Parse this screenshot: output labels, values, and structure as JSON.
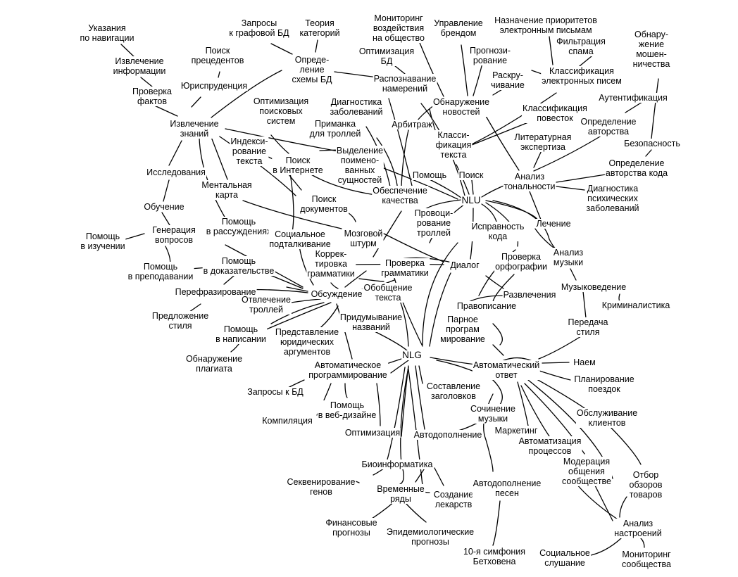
{
  "diagram": {
    "nodes": {
      "ukazaniya": "Указания\nпо навигации",
      "zaprosy_graf": "Запросы\nк графовой БД",
      "teoriya_kat": "Теория\nкатегорий",
      "monitoring_vozd": "Мониторинг\nвоздействия\nна общество",
      "upravlenie_brendom": "Управление\nбрендом",
      "naznachenie_prior": "Назначение приоритетов\nэлектронным письмам",
      "obnaruzhenie_mosh": "Обнару-\nжение\nмошен-\nничества",
      "izvlechenie_inf": "Извлечение\nинформации",
      "poisk_precedentov": "Поиск\nпрецедентов",
      "opredelenie_shemy": "Опреде-\nление\nсхемы БД",
      "optimizaciya_bd": "Оптимизация\nБД",
      "prognozirovanie": "Прогнози-\nрование",
      "filtraciya_spama": "Фильтрация\nспама",
      "yurisprudenciya": "Юриспруденция",
      "proverka_faktov": "Проверка\nфактов",
      "raspoznavanie_nam": "Распознавание\nнамерений",
      "raskruchivanie": "Раскру-\nчивание",
      "klass_el_pisem": "Классификация\nэлектронных писем",
      "optimizaciya_poisk": "Оптимизация\nпоисковых\nсистем",
      "diagnostika_zabol": "Диагностика\nзаболеваний",
      "obnaruzhenie_novostey": "Обнаружение\nновостей",
      "autentifikaciya": "Аутентификация",
      "izvlechenie_znaniy": "Извлечение\nзнаний",
      "primanka": "Приманка\nдля троллей",
      "arbitrazh": "Арбитраж",
      "klass_povestok": "Классификация\nповесток",
      "opredelenie_avtorstva": "Определение\nавторства",
      "indeksirovanie": "Индекси-\nрование\nтекста",
      "poisk_internet": "Поиск\nв Интернете",
      "vydelenie_suschn": "Выделение\nпоимено-\nванных\nсущностей",
      "klass_teksta": "Класси-\nфикация\nтекста",
      "literaturnaya_eksp": "Литературная\nэкспертиза",
      "bezopasnost": "Безопасность",
      "opredelenie_avt_koda": "Определение\nавторства кода",
      "issledovaniya": "Исследования",
      "pomosch": "Помощь",
      "poisk": "Поиск",
      "analiz_tonalnosti": "Анализ\nтональности",
      "mentalnaya_karta": "Ментальная\nкарта",
      "obespechenie_kach": "Обеспечение\nкачества",
      "nlu": "NLU",
      "diagnostika_psih": "Диагностика\nпсихических\nзаболеваний",
      "obuchenie": "Обучение",
      "poisk_dokumentov": "Поиск\nдокументов",
      "provocirovanie": "Провоци-\nрование\nтроллей",
      "ispravnost_koda": "Исправность\nкода",
      "lechenie": "Лечение",
      "pomosch_izuchenii": "Помощь\nв изучении",
      "generaciya_voprosov": "Генерация\nвопросов",
      "pomosch_rassuzhdeniyah": "Помощь\nв рассуждениях",
      "socialnoe": "Социальное\nподталкивание",
      "mozgovoy_shturm": "Мозговой\nштурм",
      "analiz_muzyki": "Анализ\nмузыки",
      "korrektirovka": "Коррек-\nтировка\nграмматики",
      "proverka_grammatiki": "Проверка\nграмматики",
      "dialog": "Диалог",
      "proverka_orfografii": "Проверка\nорфографии",
      "pomosch_prepodavanii": "Помощь\nв преподавании",
      "pomosch_dokazatelstve": "Помощь\nв доказательстве",
      "perefrazirovanie": "Перефразирование",
      "muzykovedenie": "Музыковедение",
      "obobschenie": "Обобщение\nтекста",
      "razvlecheniya": "Развлечения",
      "obsuzhdenie": "Обсуждение",
      "otvlechenie": "Отвлечение\nтроллей",
      "kriminalistika": "Криминалистика",
      "predlozhenie_stilya": "Предложение\nстиля",
      "pravopisanie": "Правописание",
      "pridumyvanie": "Придумывание\nназваний",
      "parnoe": "Парное\nпрограм\nмирование",
      "peredacha_stilya": "Передача\nстиля",
      "pomosch_napisanii": "Помощь\nв написании",
      "predstavlenie": "Представление\nюридических\nаргументов",
      "nlg": "NLG",
      "obnaruzhenie_plagiata": "Обнаружение\nплагиата",
      "avtomaticheskoe_prog": "Автоматическое\nпрограммирование",
      "avtomaticheskiy_otvet": "Автоматический\nответ",
      "naem": "Наем",
      "planirovanie_poezdok": "Планирование\nпоездок",
      "zaprosy_bd": "Запросы к БД",
      "sostavlenie_zagolovkov": "Составление\nзаголовков",
      "pomosch_vebdizayne": "Помощь\nв веб-дизайне",
      "kompilyaciya": "Компиляция",
      "sochinenie_muzyki": "Сочинение\nмузыки",
      "obsluzhivanie": "Обслуживание\nклиентов",
      "optimizaciya": "Оптимизация",
      "avtodopolnenie": "Автодополнение",
      "marketing": "Маркетинг",
      "avtomatizaciya": "Автоматизация\nпроцессов",
      "moderaciya": "Модерация\nобщения\nсообществе",
      "bioinformatika": "Биоинформатика",
      "otbor_obzorov": "Отбор\nобзоров\nтоваров",
      "sekvenirovanie": "Секвенирование\nгенов",
      "vremennye_ryady": "Временные\nряды",
      "sozdanie_lekarstv": "Создание\nлекарств",
      "avtodopolnenie_pesen": "Автодополнение\nпесен",
      "finansovye": "Финансовые\nпрогнозы",
      "epidemiologicheskie": "Эпидемиологические\nпрогнозы",
      "analiz_nastroeniy": "Анализ\nнастроений",
      "simfoniya": "10-я симфония\nБетховена",
      "socialnoe_slushanie": "Социальное\nслушание",
      "monitoring_soobschestva": "Мониторинг\nсообщества"
    }
  }
}
